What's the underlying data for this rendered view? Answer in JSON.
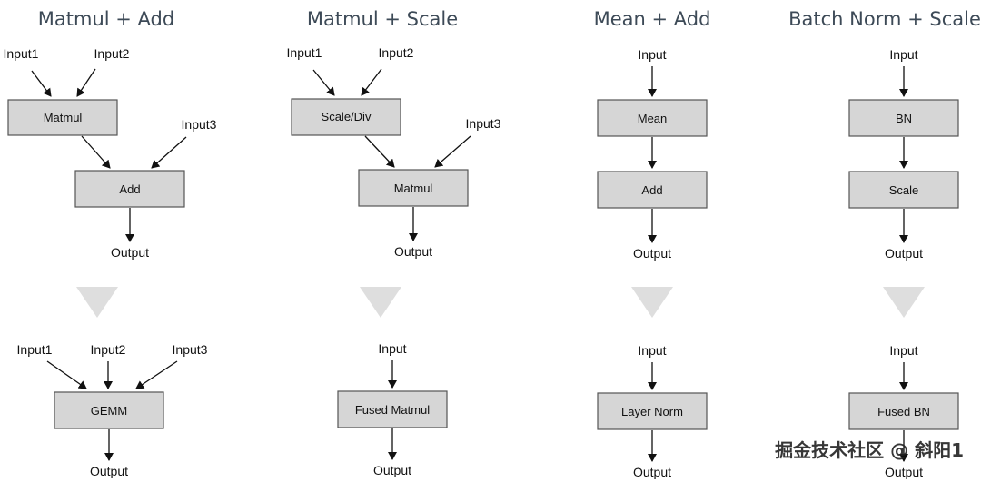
{
  "panels": [
    {
      "title": "Matmul + Add",
      "before": {
        "inputs": [
          "Input1",
          "Input2",
          "Input3"
        ],
        "nodes": [
          "Matmul",
          "Add"
        ],
        "output": "Output"
      },
      "after": {
        "inputs": [
          "Input1",
          "Input2",
          "Input3"
        ],
        "node": "GEMM",
        "output": "Output"
      }
    },
    {
      "title": "Matmul + Scale",
      "before": {
        "inputs": [
          "Input1",
          "Input2",
          "Input3"
        ],
        "nodes": [
          "Scale/Div",
          "Matmul"
        ],
        "output": "Output"
      },
      "after": {
        "inputs": [
          "Input"
        ],
        "node": "Fused Matmul",
        "output": "Output"
      }
    },
    {
      "title": "Mean + Add",
      "before": {
        "inputs": [
          "Input"
        ],
        "nodes": [
          "Mean",
          "Add"
        ],
        "output": "Output"
      },
      "after": {
        "inputs": [
          "Input"
        ],
        "node": "Layer Norm",
        "output": "Output"
      }
    },
    {
      "title": "Batch Norm + Scale",
      "before": {
        "inputs": [
          "Input"
        ],
        "nodes": [
          "BN",
          "Scale"
        ],
        "output": "Output"
      },
      "after": {
        "inputs": [
          "Input"
        ],
        "node": "Fused BN",
        "output": "Output"
      }
    }
  ],
  "watermark": "掘金技术社区 @ 斜阳1"
}
